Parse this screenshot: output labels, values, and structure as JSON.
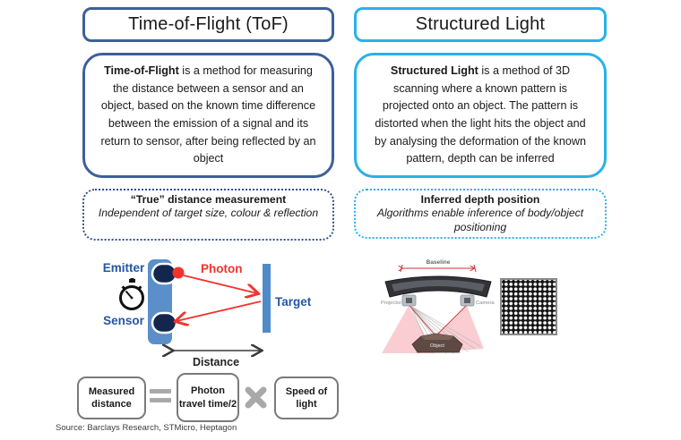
{
  "colors": {
    "navy_border": "#3e5f99",
    "cyan_border": "#29b1e8",
    "label_blue": "#2456a5",
    "photon_red": "#f2332c",
    "module_blue": "#5b8fc9",
    "dark_navy": "#13264e",
    "formula_border_gray": "#7a7a7a",
    "operator_gray": "#a9a9a9"
  },
  "tof": {
    "header": "Time-of-Flight (ToF)",
    "desc_lead": "Time-of-Flight",
    "desc_rest": " is a method for measuring the distance between a sensor and an object, based on the known time difference between the emission of a signal and its return to sensor, after being reflected by an object",
    "dotted_title": "“True” distance measurement",
    "dotted_body": "Independent of target size, colour & reflection",
    "diagram": {
      "emitter": "Emitter",
      "sensor": "Sensor",
      "photon": "Photon",
      "target": "Target",
      "distance": "Distance",
      "stopwatch_icon": "stopwatch-icon"
    },
    "formula": {
      "measured": "Measured distance",
      "photon_time": "Photon travel time/2",
      "speed": "Speed of light",
      "equals_icon": "equals-sign",
      "times_icon": "multiply-sign"
    }
  },
  "sl": {
    "header": "Structured Light",
    "desc_lead": "Structured Light",
    "desc_rest": " is a method of 3D scanning where a known pattern is projected onto an object. The pattern is distorted when the light hits the object and by analysing the deformation of the known pattern, depth can be inferred",
    "dotted_title": "Inferred depth position",
    "dotted_body": "Algorithms enable inference of body/object positioning",
    "illustration": {
      "baseline": "Baseline",
      "projector": "Projector",
      "camera": "Camera",
      "object": "Object",
      "pattern_icon": "dot-grid-pattern"
    }
  },
  "footer": {
    "source": "Source: Barclays Research, STMicro, Heptagon"
  }
}
